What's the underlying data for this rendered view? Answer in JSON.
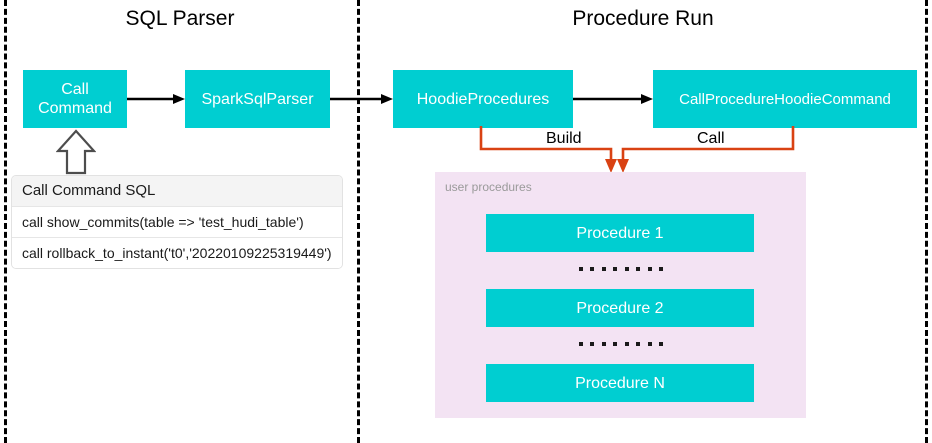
{
  "colors": {
    "teal_box": "#00CED1",
    "panel_purple": "#f3e3f3",
    "connector_orange": "#D94213",
    "divider_black": "#000000",
    "label_gray": "#9a9a9a"
  },
  "sections": {
    "left": {
      "title": "SQL Parser"
    },
    "right": {
      "title": "Procedure Run"
    }
  },
  "nodes": {
    "call_command": "Call\nCommand",
    "spark_sql_parser": "SparkSqlParser",
    "hoodie_procedures": "HoodieProcedures",
    "call_procedure_hoodie_command": "CallProcedureHoodieCommand"
  },
  "connector_labels": {
    "build": "Build",
    "call": "Call"
  },
  "sql_table": {
    "header": "Call Command SQL",
    "rows": [
      "call show_commits(table => 'test_hudi_table')",
      "call rollback_to_instant('t0','20220109225319449')"
    ]
  },
  "user_procedures": {
    "label": "user procedures",
    "items": [
      "Procedure 1",
      "Procedure 2",
      "Procedure N"
    ],
    "separator_dot_count": 8
  }
}
